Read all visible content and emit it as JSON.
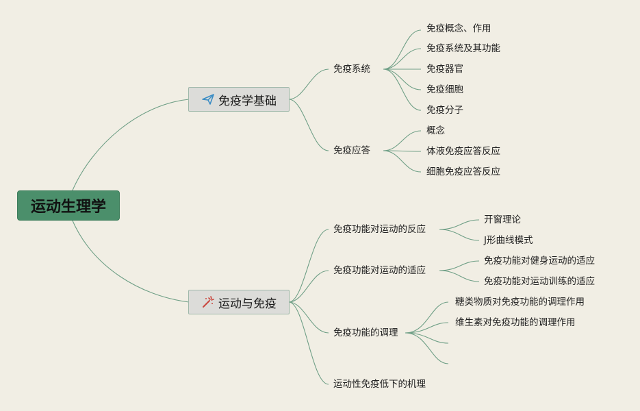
{
  "root": {
    "label": "运动生理学"
  },
  "branches": [
    {
      "label": "免疫学基础",
      "icon": "paper-plane-icon",
      "children": [
        {
          "label": "免疫系统",
          "children": [
            "免疫概念、作用",
            "免疫系统及其功能",
            "免疫器官",
            "免疫细胞",
            "免疫分子"
          ]
        },
        {
          "label": "免疫应答",
          "children": [
            "概念",
            "体液免疫应答反应",
            "细胞免疫应答反应"
          ]
        }
      ]
    },
    {
      "label": "运动与免疫",
      "icon": "magic-wand-icon",
      "children": [
        {
          "label": "免疫功能对运动的反应",
          "children": [
            "开窗理论",
            "J形曲线模式"
          ]
        },
        {
          "label": "免疫功能对运动的适应",
          "children": [
            "免疫功能对健身运动的适应",
            "免疫功能对运动训练的适应"
          ]
        },
        {
          "label": "免疫功能的调理",
          "children": [
            "糖类物质对免疫功能的调理作用",
            "维生素对免疫功能的调理作用",
            "",
            ""
          ]
        },
        {
          "label": "运动性免疫低下的机理",
          "children": []
        }
      ]
    }
  ],
  "colors": {
    "line": "#6f9f86",
    "root_fill": "#4b8f6b",
    "branch_fill": "#dcdcd9",
    "background": "#f1eee4"
  }
}
